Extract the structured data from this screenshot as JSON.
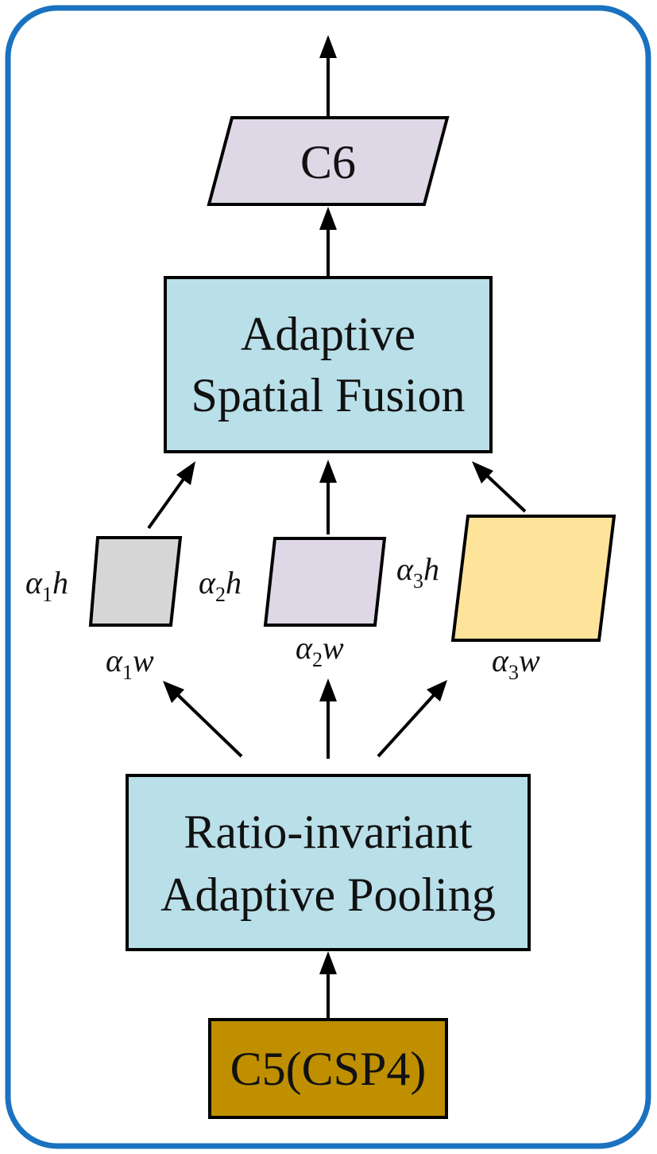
{
  "diagram": {
    "nodes": {
      "c6": {
        "label": "C6",
        "color": "#ddd7e6"
      },
      "asf": {
        "line1": "Adaptive",
        "line2": "Spatial Fusion",
        "color": "#b9dfe9"
      },
      "rap": {
        "line1": "Ratio-invariant",
        "line2": "Adaptive Pooling",
        "color": "#b9dfe9"
      },
      "c5": {
        "label": "C5(CSP4)",
        "color": "#bf8f00"
      },
      "p1": {
        "color": "#d6d6d6",
        "h_var": "α",
        "h_sub": "1",
        "h_sym": "h",
        "w_var": "α",
        "w_sub": "1",
        "w_sym": "w"
      },
      "p2": {
        "color": "#ddd7e6",
        "h_var": "α",
        "h_sub": "2",
        "h_sym": "h",
        "w_var": "α",
        "w_sub": "2",
        "w_sym": "w"
      },
      "p3": {
        "color": "#fde49a",
        "h_var": "α",
        "h_sub": "3",
        "h_sym": "h",
        "w_var": "α",
        "w_sub": "3",
        "w_sym": "w"
      }
    },
    "frame_color": "#1a72c0",
    "edges": [
      {
        "from": "c5",
        "to": "rap"
      },
      {
        "from": "rap",
        "to": "p1"
      },
      {
        "from": "rap",
        "to": "p2"
      },
      {
        "from": "rap",
        "to": "p3"
      },
      {
        "from": "p1",
        "to": "asf"
      },
      {
        "from": "p2",
        "to": "asf"
      },
      {
        "from": "p3",
        "to": "asf"
      },
      {
        "from": "asf",
        "to": "c6"
      },
      {
        "from": "c6",
        "to": "output"
      }
    ]
  }
}
